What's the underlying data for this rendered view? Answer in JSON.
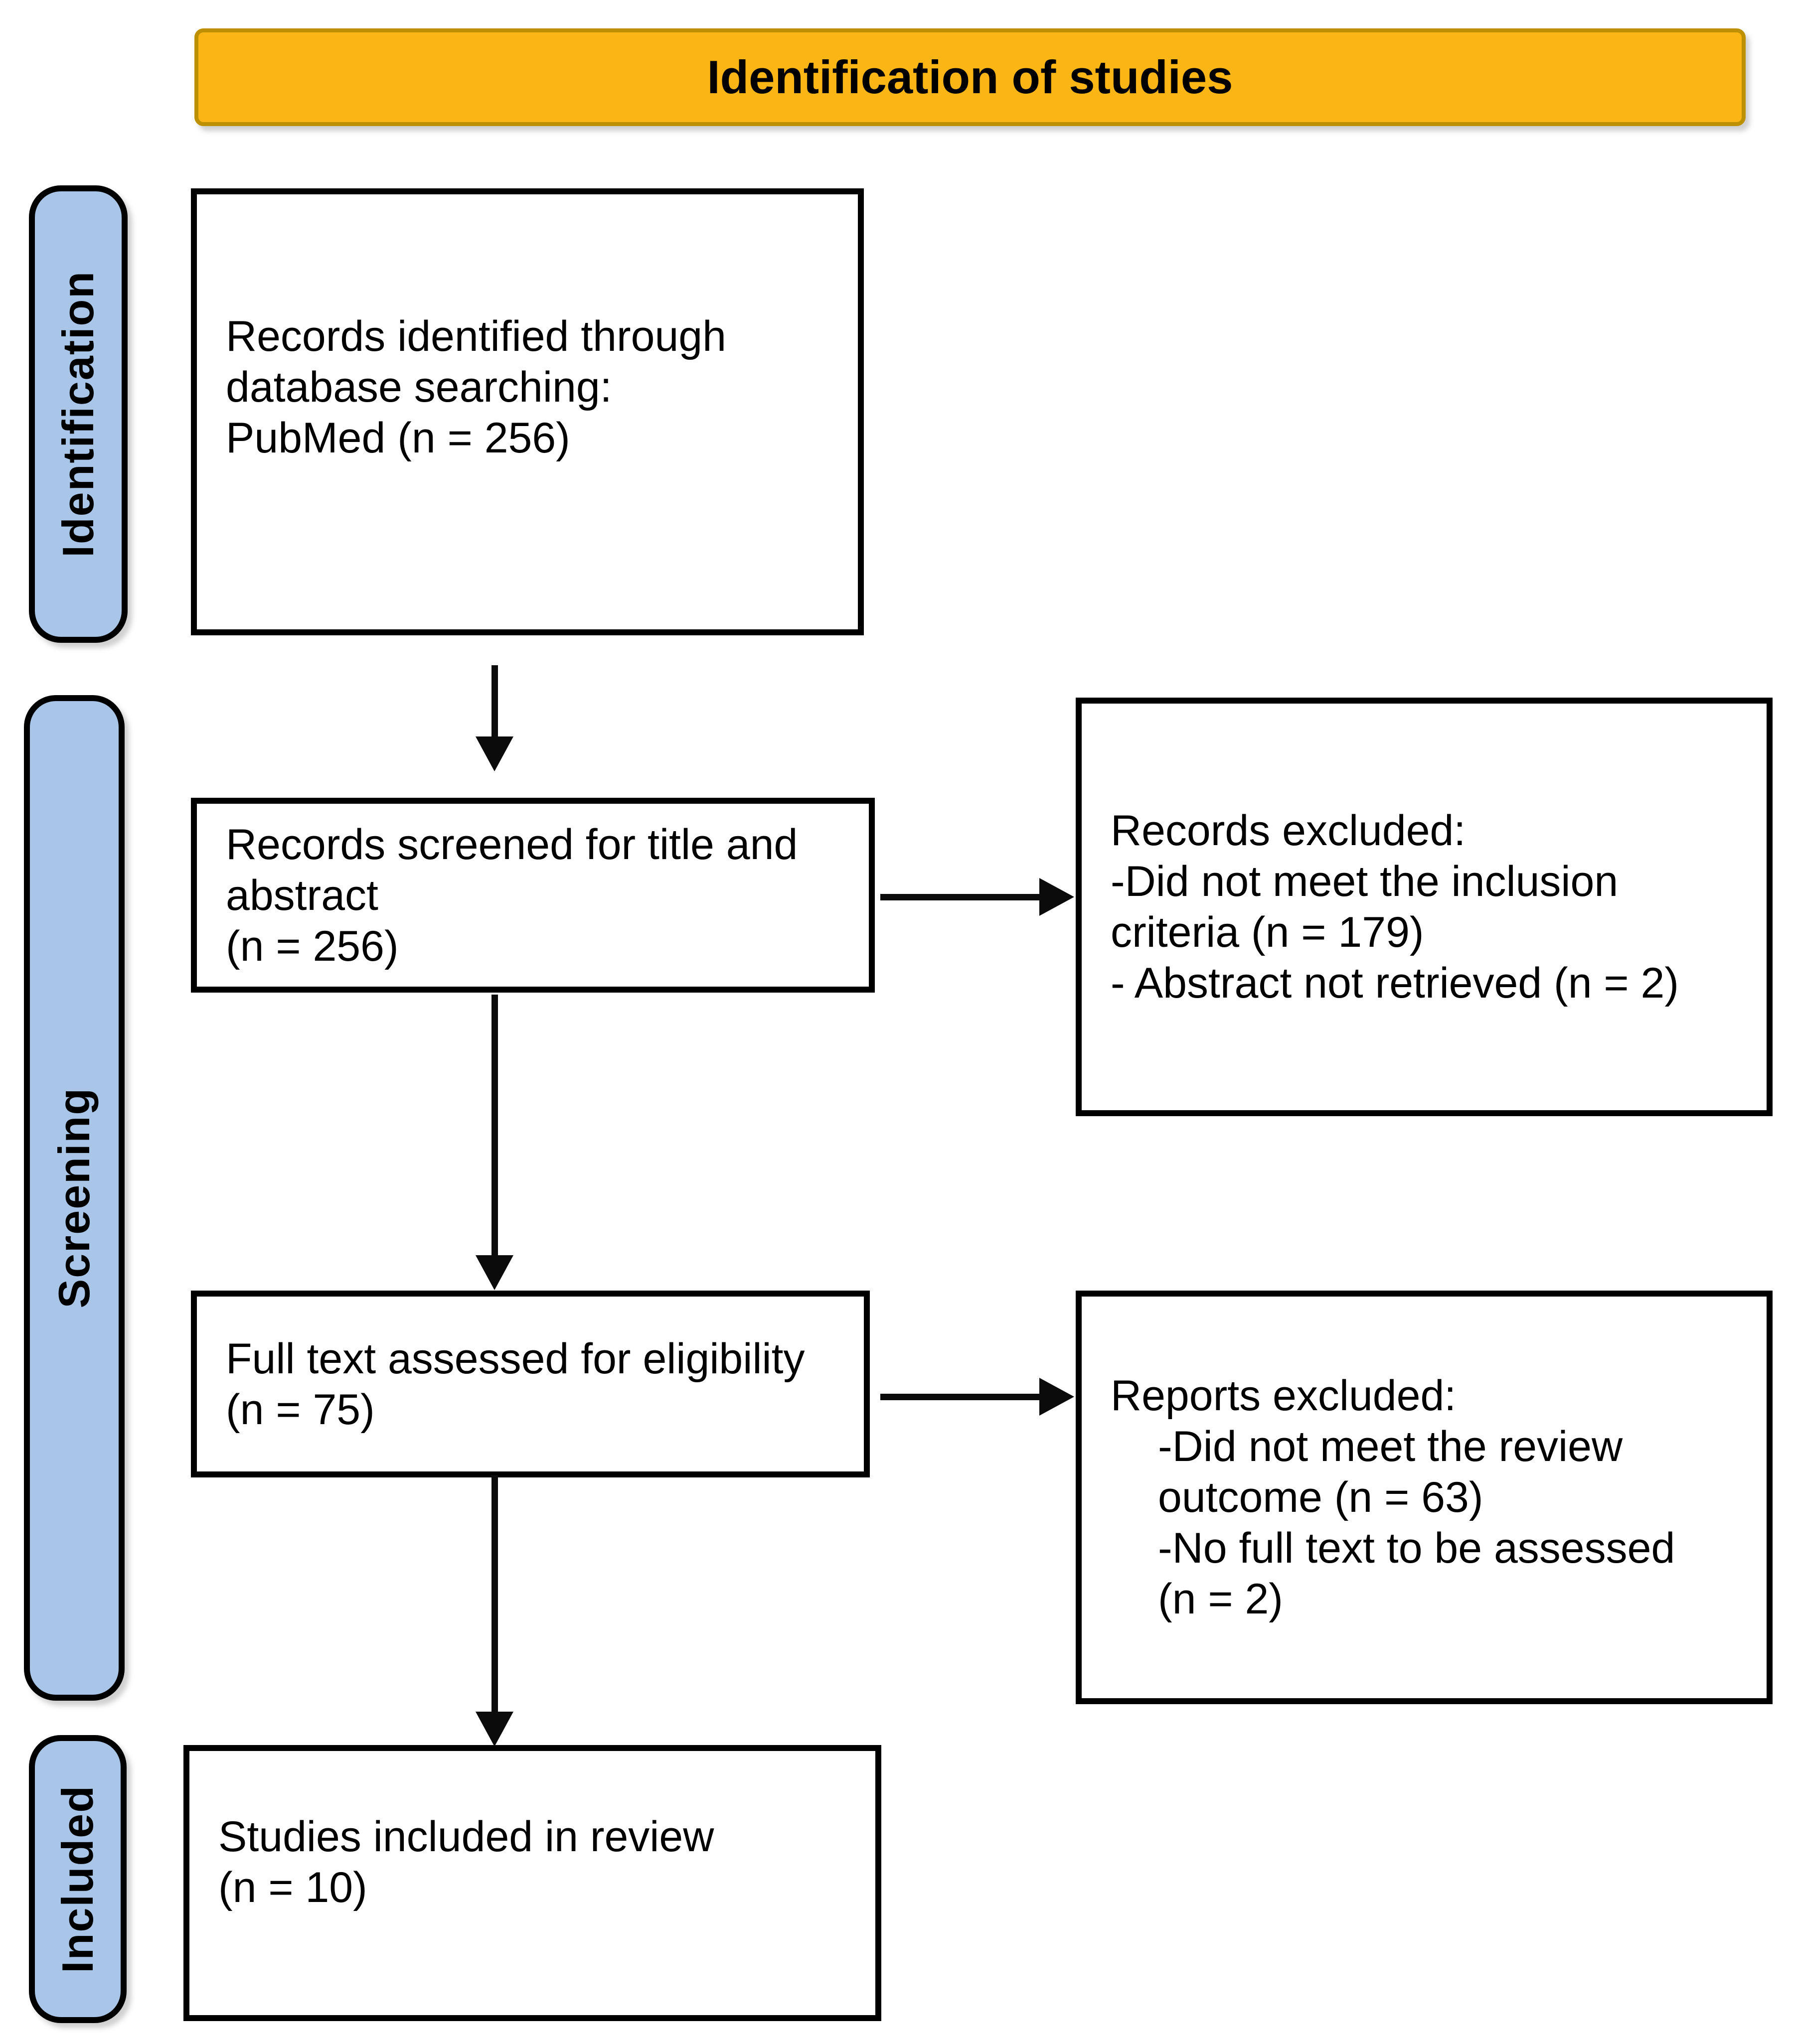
{
  "title_banner": {
    "label": "Identification of studies"
  },
  "colors": {
    "banner_fill": "#FBB615",
    "banner_border": "#BD9000",
    "stage_pill_fill": "#A9C6E8",
    "box_border": "#000000",
    "arrow": "#0B0B0B"
  },
  "stages": [
    {
      "label": "Identification"
    },
    {
      "label": "Screening"
    },
    {
      "label": "Included"
    }
  ],
  "boxes": {
    "identified": {
      "lines": [
        "Records identified through",
        "database searching:",
        "PubMed (n = 256)"
      ]
    },
    "screened": {
      "lines": [
        "Records screened for title and",
        "abstract",
        "(n = 256)"
      ]
    },
    "fulltext": {
      "lines": [
        "Full text assessed for eligibility",
        "(n = 75)"
      ]
    },
    "included": {
      "lines": [
        "Studies included in review",
        "(n = 10)"
      ]
    }
  },
  "exclusions": {
    "records_excluded": {
      "lines": [
        "Records excluded:",
        "-Did not meet the inclusion",
        "criteria (n = 179)",
        "- Abstract not retrieved (n = 2)"
      ]
    },
    "reports_excluded": {
      "lines": [
        "Reports excluded:",
        "-Did not meet the review",
        "outcome (n = 63)",
        "-No full text to be assessed",
        "(n = 2)"
      ]
    }
  }
}
